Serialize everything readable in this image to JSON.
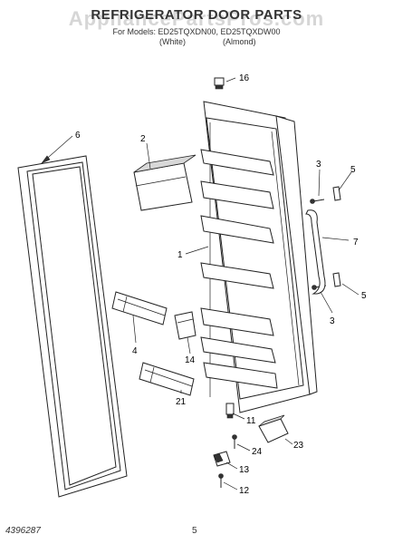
{
  "header": {
    "watermark": "AppliancePartsPros.com",
    "title": "REFRIGERATOR DOOR PARTS",
    "models": "For Models: ED25TQXDN00, ED25TQXDW00",
    "variant_1": "(White)",
    "variant_2": "(Almond)"
  },
  "callouts": {
    "c1": "1",
    "c2": "2",
    "c3a": "3",
    "c3b": "3",
    "c4": "4",
    "c5a": "5",
    "c5b": "5",
    "c6": "6",
    "c7": "7",
    "c11": "11",
    "c12": "12",
    "c13": "13",
    "c14": "14",
    "c16": "16",
    "c21": "21",
    "c23": "23",
    "c24": "24"
  },
  "footer": {
    "doc_number": "4396287",
    "page_number": "5"
  }
}
